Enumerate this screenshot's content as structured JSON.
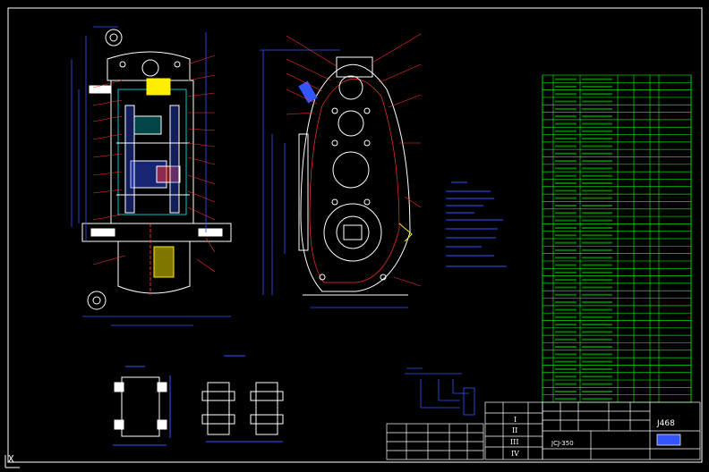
{
  "drawing": {
    "drawing_number": "J468",
    "model_label": "JCJ-350",
    "colors": {
      "background": "#000000",
      "outline": "#ffffff",
      "dimension": "#3355ff",
      "table": "#00e000",
      "leader": "#ff3030",
      "section": "#00c8c8",
      "hidden": "#ffee00"
    }
  },
  "axis_indicator": {
    "label": "X",
    "icon": "ucs-axis-icon"
  }
}
